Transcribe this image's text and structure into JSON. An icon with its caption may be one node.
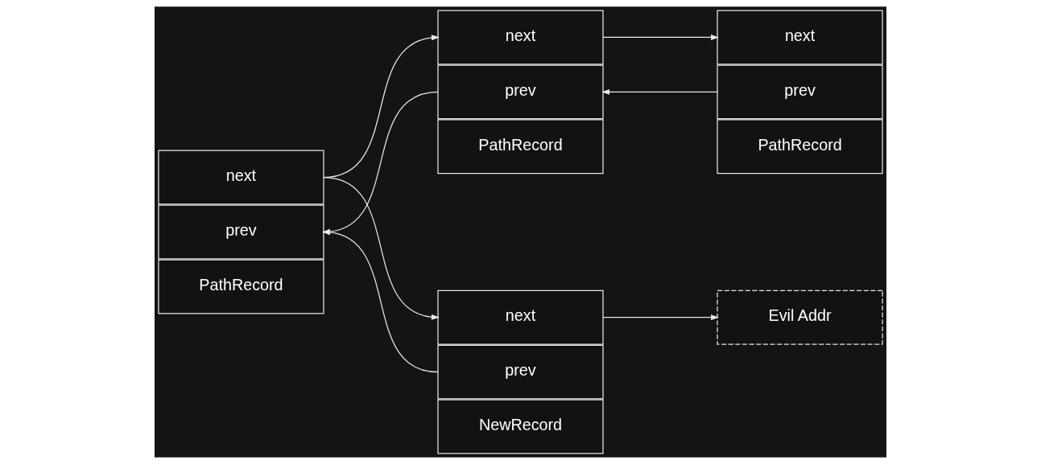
{
  "diagram": {
    "nodes": [
      {
        "text": [
          "next"
        ]
      },
      {
        "text": [
          "prev"
        ]
      },
      {
        "text": [
          "PathRecord"
        ]
      },
      {
        "text": [
          "next"
        ]
      },
      {
        "text": [
          "prev"
        ]
      },
      {
        "text": [
          "PathRecord"
        ]
      },
      {
        "text": [
          "next"
        ]
      },
      {
        "text": [
          "prev"
        ]
      },
      {
        "text": [
          "PathRecord"
        ]
      },
      {
        "text": [
          "next"
        ]
      },
      {
        "text": [
          "prev"
        ]
      },
      {
        "text": [
          "NewRecord"
        ]
      },
      {
        "text": [
          "Evil Addr"
        ]
      }
    ],
    "edges": [
      {
        "from": 0,
        "to": 3,
        "arrow": "to"
      },
      {
        "from": 0,
        "to": 9,
        "arrow": "to"
      },
      {
        "from": 3,
        "to": 6,
        "arrow": "to"
      },
      {
        "from": 4,
        "to": 1,
        "arrow": "to"
      },
      {
        "from": 7,
        "to": 4,
        "arrow": "to"
      },
      {
        "from": 10,
        "to": 1,
        "arrow": "to"
      },
      {
        "from": 9,
        "to": 12,
        "arrow": "to"
      }
    ]
  }
}
